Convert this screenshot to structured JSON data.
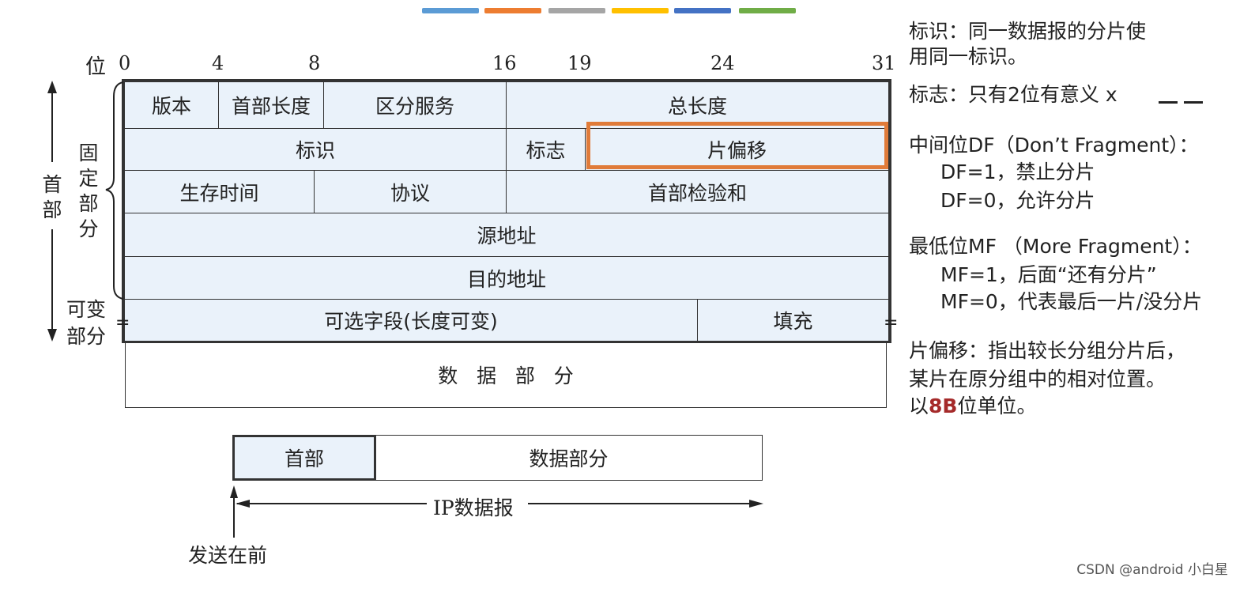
{
  "colors": {
    "strip": [
      "#5b9bd5",
      "#ed7d31",
      "#a5a5a5",
      "#ffc000",
      "#4472c4",
      "#70ad47"
    ],
    "header_fill": "#eaf2fa",
    "highlight": "#e07b39",
    "accent_red": "#a52a2a"
  },
  "bit_axis": {
    "label": "位",
    "ticks": [
      "0",
      "4",
      "8",
      "16",
      "19",
      "24",
      "31"
    ]
  },
  "header": {
    "row1": {
      "version": "版本",
      "header_length": "首部长度",
      "diff_services": "区分服务",
      "total_length": "总长度"
    },
    "row2": {
      "identification": "标识",
      "flags": "标志",
      "fragment_offset": "片偏移"
    },
    "row3": {
      "ttl": "生存时间",
      "protocol": "协议",
      "checksum": "首部检验和"
    },
    "row4": {
      "source": "源地址"
    },
    "row5": {
      "destination": "目的地址"
    },
    "row6": {
      "options": "可选字段(长度可变)",
      "padding": "填充"
    },
    "data": "数   据   部   分"
  },
  "side_labels": {
    "header": "首部",
    "fixed_part": "固定部分",
    "variable_part_line1": "可变",
    "variable_part_line2": "部分"
  },
  "datagram": {
    "header": "首部",
    "data": "数据部分",
    "span_label": "IP数据报",
    "send_first": "发送在前"
  },
  "notes": {
    "identification": [
      "标识：同一数据报的分片使",
      "用同一标识。"
    ],
    "flags": "标志：只有2位有意义 x",
    "df_title": "中间位DF（Don’t Fragment）：",
    "df1": "DF=1，禁止分片",
    "df0": "DF=0，允许分片",
    "mf_title": "最低位MF （More Fragment）：",
    "mf1": "MF=1，后面“还有分片”",
    "mf0": "MF=0，代表最后一片/没分片",
    "offset_line1": "片偏移：指出较长分组分片后，",
    "offset_line2": "某片在原分组中的相对位置。",
    "offset_line3_pre": "以",
    "offset_line3_em": "8B",
    "offset_line3_post": "位单位。"
  },
  "watermark": "CSDN @android 小白星"
}
